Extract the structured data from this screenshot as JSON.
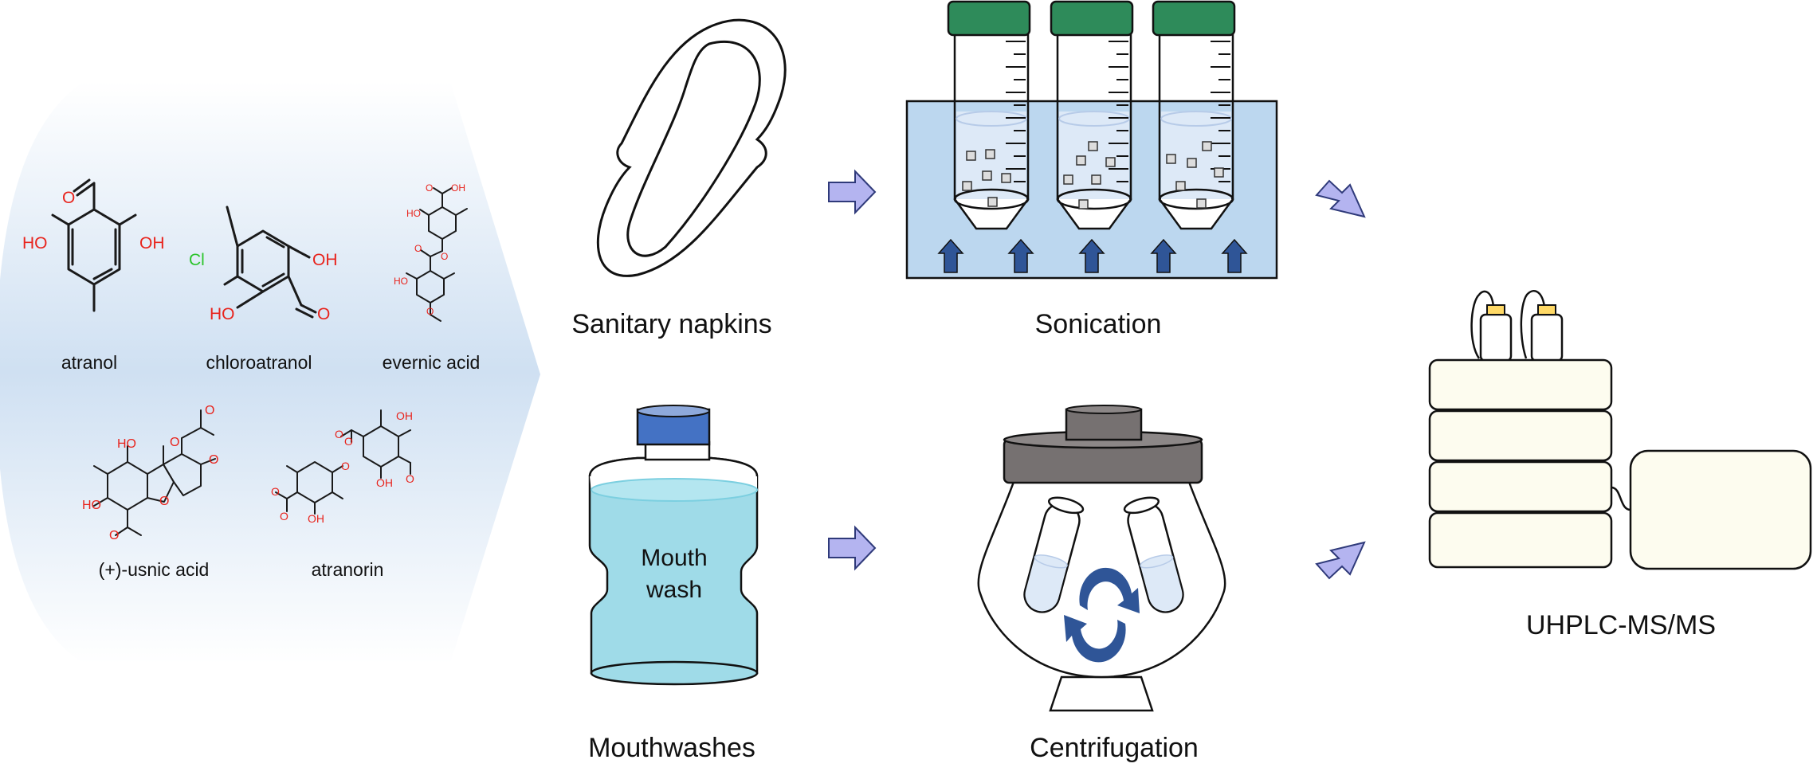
{
  "compounds": {
    "atranol": "atranol",
    "chloroatranol": "chloroatranol",
    "evernic_acid": "evernic acid",
    "usnic_acid": "(+)-usnic acid",
    "atranorin": "atranorin"
  },
  "atoms": {
    "O": "O",
    "HO": "HO",
    "OH": "OH",
    "Cl": "Cl"
  },
  "steps": {
    "sanitary_napkins": "Sanitary napkins",
    "sonication": "Sonication",
    "mouthwashes": "Mouthwashes",
    "centrifugation": "Centrifugation",
    "uhplc": "UHPLC-MS/MS"
  },
  "bottle_label": [
    "Mouth",
    "wash"
  ],
  "colors": {
    "panel_blue": "#cfe0f2",
    "arrow_fill": "#b4b4f0",
    "water": "#bcd7ef",
    "cap_green": "#2e8b5a",
    "cap_blue": "#4472c4",
    "mouthwash_liquid": "#9fdbe8",
    "centrifuge_lid": "#767171",
    "instrument_fill": "#fdfcef",
    "up_arrow": "#2f5597"
  }
}
